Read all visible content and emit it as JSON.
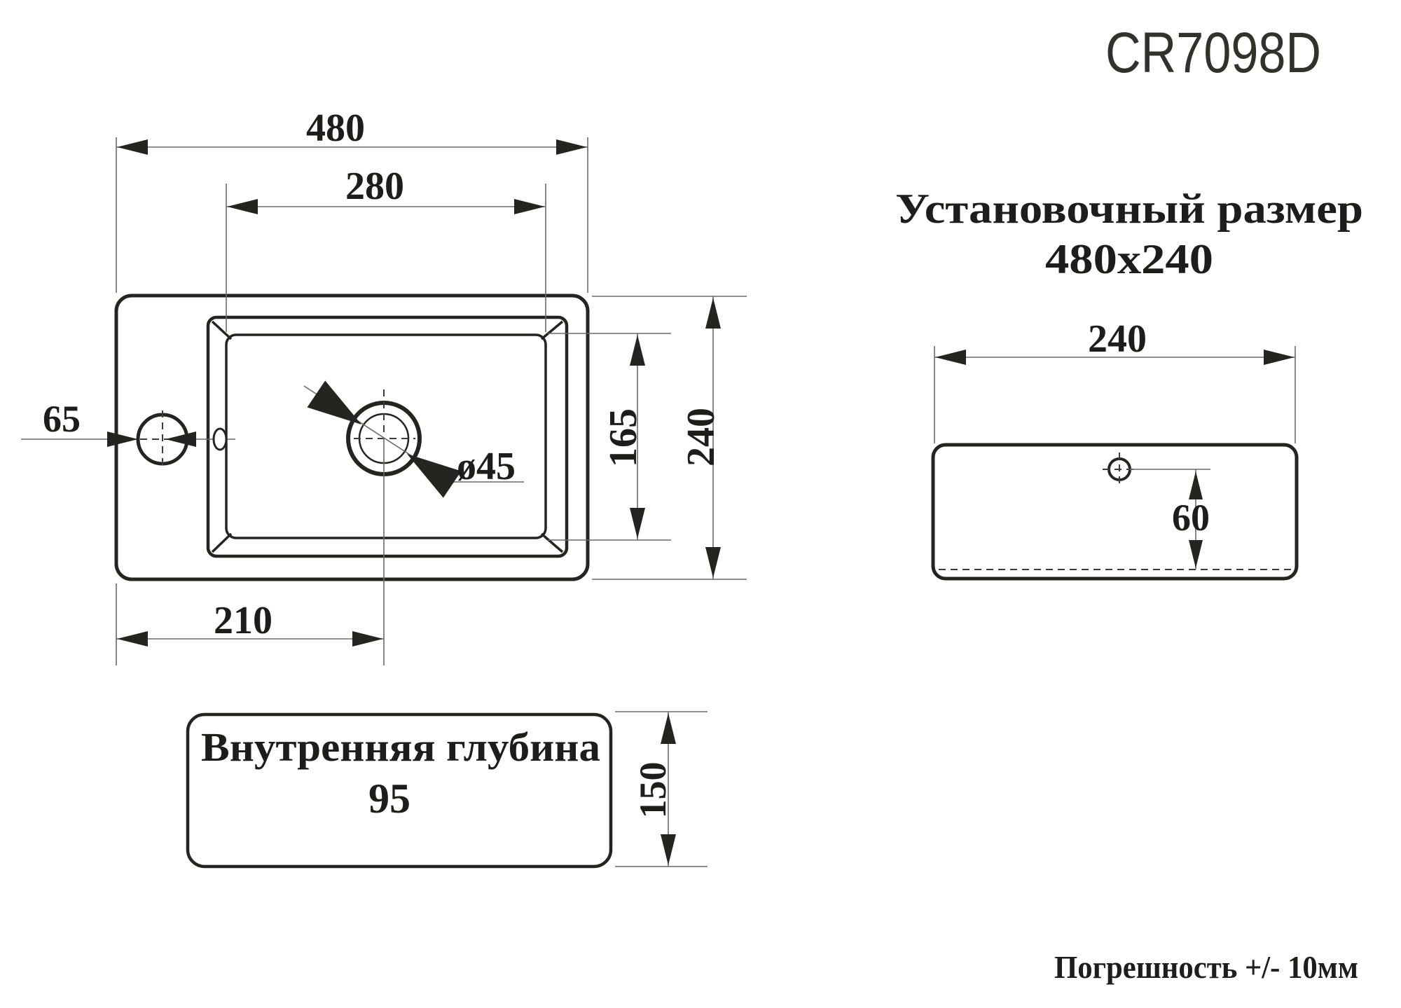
{
  "title": {
    "product_code": "CR7098D"
  },
  "installation": {
    "heading_line1": "Установочный размер",
    "heading_line2": "480x240"
  },
  "top_view": {
    "dim_overall_width": "480",
    "dim_basin_width": "280",
    "dim_faucet_offset": "65",
    "dim_drain_diameter": "ø45",
    "dim_basin_depth": "165",
    "dim_overall_depth": "240",
    "dim_drain_offset": "210"
  },
  "inner_depth_note": {
    "line1": "Внутренняя глубина",
    "line2": "95",
    "dim_box_height": "150"
  },
  "side_view": {
    "dim_width": "240",
    "dim_hole_depth": "60"
  },
  "footer": {
    "tolerance": "Погрешность +/- 10мм"
  },
  "colors": {
    "background": "#ffffff",
    "line_bold": "#242420",
    "line_thin": "#6a6a6a",
    "line_dashed": "#3c3c3c",
    "text": "#1d1d1b",
    "title_text": "#32322c"
  }
}
